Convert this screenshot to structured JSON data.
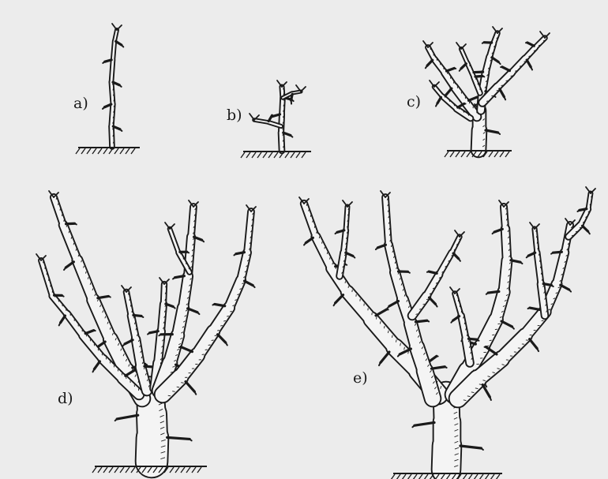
{
  "figure": {
    "stages": [
      {
        "id": "a",
        "label": "a)"
      },
      {
        "id": "b",
        "label": "b)"
      },
      {
        "id": "c",
        "label": "c)"
      },
      {
        "id": "d",
        "label": "d)"
      },
      {
        "id": "e",
        "label": "e)"
      }
    ],
    "colors": {
      "background": "#ececec",
      "ink": "#1a1a1a",
      "wood": "#f4f4f4"
    }
  }
}
